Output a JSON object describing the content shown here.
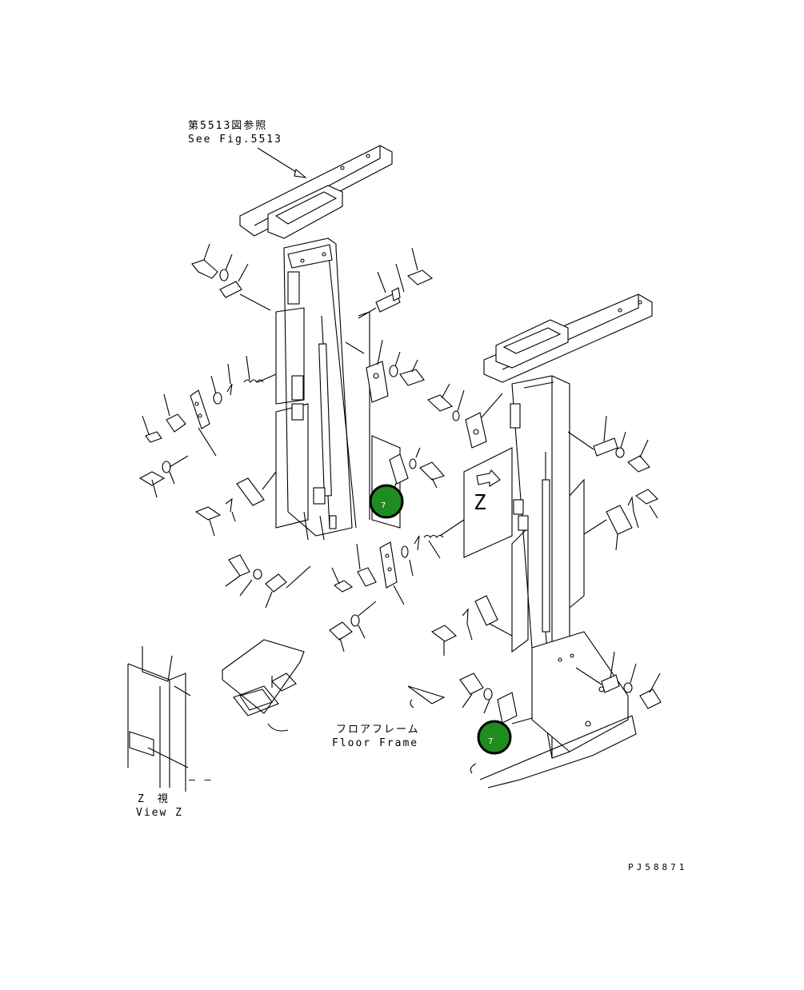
{
  "labels": {
    "ref_jp": "第5513図参照",
    "ref_en": "See Fig.5513",
    "floor_jp": "フロアフレーム",
    "floor_en": "Floor Frame",
    "view_jp": "Z　視",
    "view_en": "View Z",
    "view_z_letter": "Z",
    "drawing_code": "PJ58871",
    "dash": "— —"
  },
  "callouts": [
    {
      "number": "7"
    },
    {
      "number": "7"
    }
  ],
  "colors": {
    "callout_fill": "#1e8c1e",
    "callout_ring": "#000000",
    "line": "#000000",
    "background": "#ffffff"
  }
}
